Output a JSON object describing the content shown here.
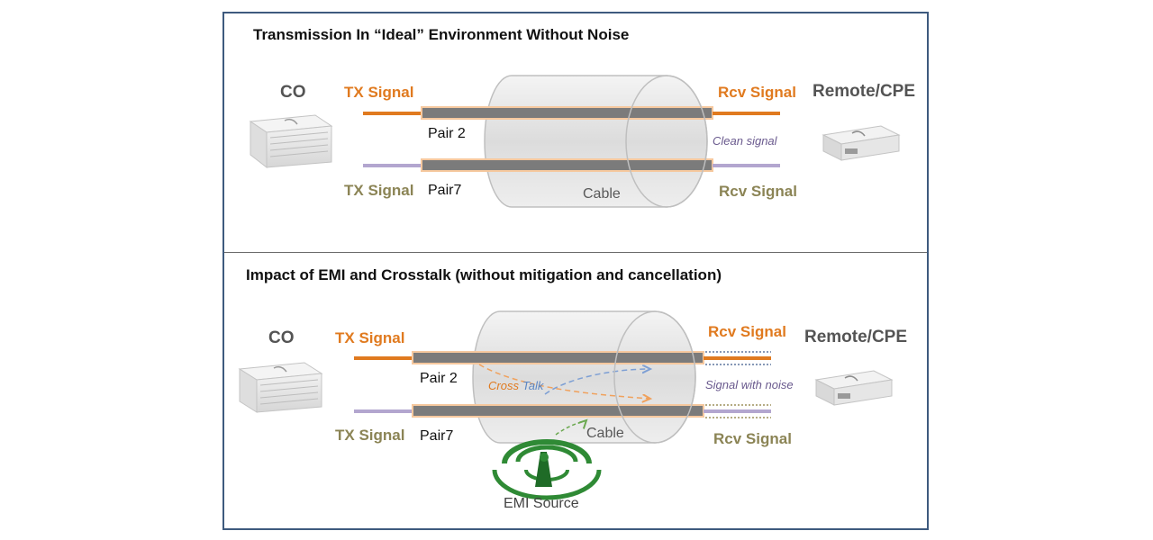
{
  "panels": {
    "ideal": {
      "title": "Transmission In “Ideal” Environment Without Noise",
      "co_label": "CO",
      "remote_label": "Remote/CPE",
      "tx_top": "TX Signal",
      "tx_bottom": "TX Signal",
      "rcv_top": "Rcv Signal",
      "rcv_bottom": "Rcv Signal",
      "pair_top": "Pair 2",
      "pair_bottom": "Pair7",
      "cable_label": "Cable",
      "signal_note": "Clean signal"
    },
    "emi": {
      "title": "Impact of EMI and Crosstalk (without mitigation and cancellation)",
      "co_label": "CO",
      "remote_label": "Remote/CPE",
      "tx_top": "TX Signal",
      "tx_bottom": "TX Signal",
      "rcv_top": "Rcv Signal",
      "rcv_bottom": "Rcv Signal",
      "pair_top": "Pair 2",
      "pair_bottom": "Pair7",
      "cable_label": "Cable",
      "crosstalk_word1": "Cross",
      "crosstalk_word2": "Talk",
      "signal_note": "Signal with noise",
      "emi_label": "EMI Source"
    }
  },
  "colors": {
    "frame": "#3e5a7e",
    "tx_orange": "#e07a1f",
    "rx_lavender": "#b3a6cf",
    "pair_gray": "#7b7b7b",
    "signal_olive": "#8b8455",
    "note_purple": "#6a5a8e",
    "crosstalk_blue": "#5b86c4",
    "emi_green": "#2f8a35"
  },
  "icons": {
    "co_equipment": "server-chassis-icon",
    "remote_equipment": "modem-box-icon",
    "emi_source": "radio-tower-icon"
  }
}
